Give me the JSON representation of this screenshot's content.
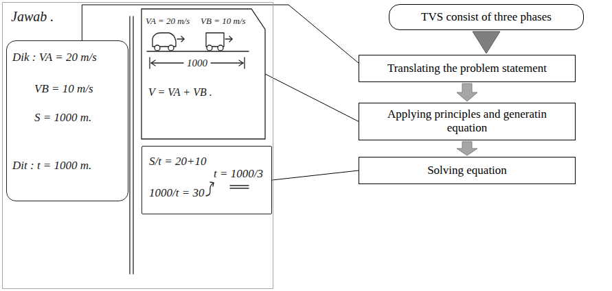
{
  "diagram": {
    "nodes": [
      {
        "text": [
          "Jawab ."
        ]
      },
      {
        "text": [
          "Dik : VA = 20 m/s",
          "VB = 10 m/s",
          "S = 1000 m.",
          "Dit : t = 1000 m."
        ],
        "in": 0
      },
      {
        "text": [
          "VA = 20 m/s",
          "VB = 10 m/s",
          "1000",
          "V = VA + VB ."
        ],
        "in": 0
      },
      {
        "text": [
          "S/t = 20+10",
          "1000/t = 30",
          "t = 1000/3"
        ],
        "in": 0
      },
      {
        "text": [
          "TVS consist of three phases"
        ]
      },
      {
        "text": [
          "Translating the problem statement"
        ]
      },
      {
        "text": [
          "Applying principles and generatin equation"
        ]
      },
      {
        "text": [
          "Solving equation"
        ]
      }
    ],
    "edges": [
      {
        "from": 4,
        "to": 5,
        "arrow": "to"
      },
      {
        "from": 5,
        "to": 6,
        "arrow": "to"
      },
      {
        "from": 6,
        "to": 7,
        "arrow": "to"
      },
      {
        "from": 5,
        "to": 1,
        "arrow": "none"
      },
      {
        "from": 6,
        "to": 2,
        "arrow": "none"
      },
      {
        "from": 7,
        "to": 3,
        "arrow": "none"
      }
    ]
  }
}
